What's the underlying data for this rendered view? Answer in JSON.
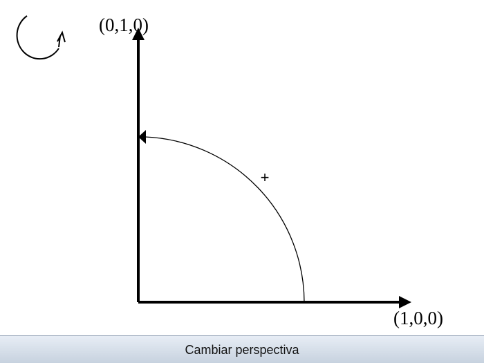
{
  "diagram": {
    "y_axis_label": "(0,1,0)",
    "x_axis_label": "(1,0,0)",
    "rotation_sign": "+",
    "rotate_icon": "rotate-clockwise-icon"
  },
  "footer": {
    "button_label": "Cambiar perspectiva"
  },
  "colors": {
    "stroke": "#000000",
    "footer_top": "#e7edf5",
    "footer_bottom": "#c7d2df"
  }
}
